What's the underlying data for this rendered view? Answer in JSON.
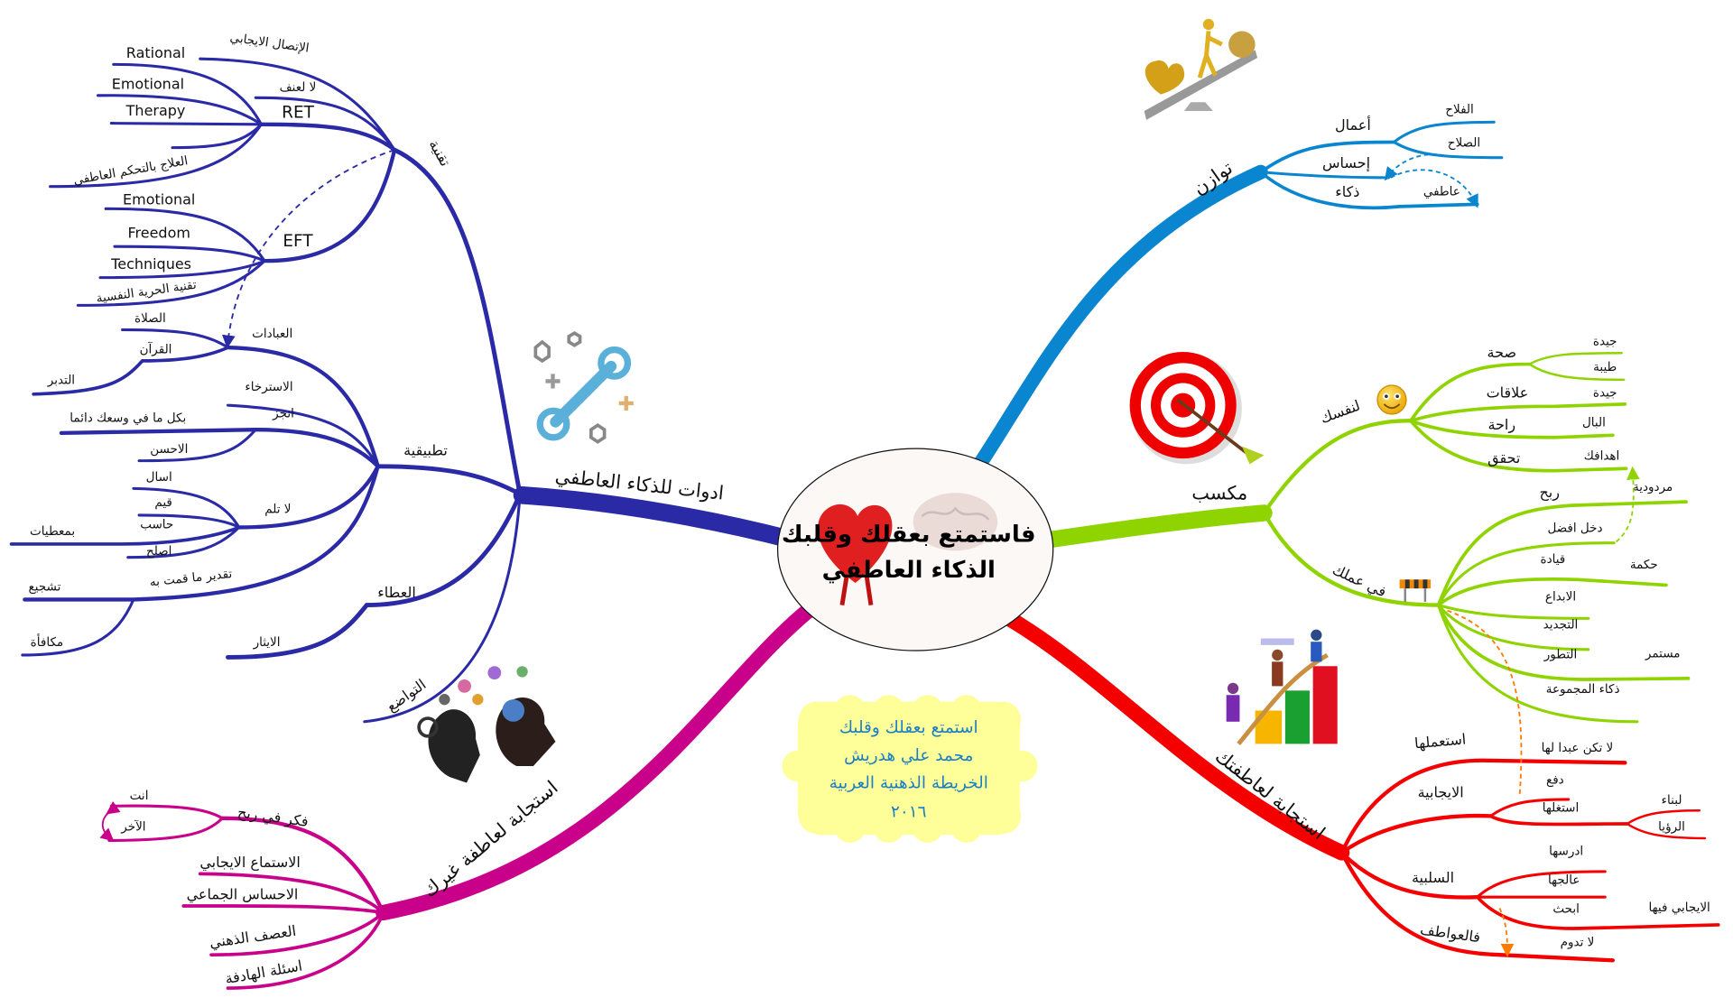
{
  "center": {
    "title_line1": "فاستمتع بعقلك وقلبك",
    "title_line2": "الذكاء العاطفي"
  },
  "note": {
    "lines": [
      "استمتع بعقلك وقلبك",
      "محمد علي هدريش",
      "الخريطة الذهنية العربية",
      "٢٠١٦"
    ],
    "bg_color": "#ffff99",
    "text_color": "#1b7fc4"
  },
  "colors": {
    "tools": "#2a2aa6",
    "balance": "#0a86d0",
    "gain": "#8fd400",
    "self_response": "#f40000",
    "other_response": "#c8008a"
  },
  "tools": {
    "label": "ادوات للذكاء العاطفي",
    "technique": {
      "label": "تقنية",
      "positive_contact": "الإتصال الايجابي",
      "no_violence": "لا لعنف",
      "ret": {
        "label": "RET",
        "items": [
          "Rational",
          "Emotional",
          "Therapy",
          "العلاج بالتحكم العاطفي"
        ]
      },
      "eft": {
        "label": "EFT",
        "items": [
          "Emotional",
          "Freedom",
          "Techniques",
          "تقنية الحرية النفسية"
        ]
      }
    },
    "applied": {
      "label": "تطبيقية",
      "worship": {
        "label": "العبادات",
        "prayer": "الصلاة",
        "quran": "القرآن",
        "reflection": "التدبر"
      },
      "relaxation": "الاسترخاء",
      "achieve": {
        "label": "انجز",
        "detail": "بكل ما في وسعك دائما",
        "best": "الاحسن"
      },
      "no_blame": {
        "label": "لا تلم",
        "items": [
          "اسال",
          "قيم",
          "حاسب",
          "اصلح"
        ],
        "with_data": "بمعطيات"
      },
      "appreciate": {
        "label": "تقدير ما قمت به",
        "encourage": "تشجيع",
        "reward": "مكافأة"
      }
    },
    "giving": {
      "label": "العطاء",
      "altruism": "الايثار"
    },
    "humility": {
      "label": "التواضع"
    }
  },
  "balance": {
    "label": "توازن",
    "actions": {
      "label": "أعمال",
      "items": [
        "الفلاح",
        "الصلاح"
      ]
    },
    "feeling": "إحساس",
    "intelligence": {
      "label": "ذكاء",
      "detail": "عاطفي"
    }
  },
  "gain": {
    "label": "مكسب",
    "for_self": {
      "label": "لنفسك",
      "health": {
        "label": "صحة",
        "items": [
          "جيدة",
          "طيبة"
        ]
      },
      "relations": {
        "label": "علاقات",
        "detail": "جيدة"
      },
      "rest": {
        "label": "راحة",
        "detail": "البال"
      },
      "achieve": {
        "label": "تحقق",
        "detail": "اهدافك"
      }
    },
    "at_work": {
      "label": "في عملك",
      "profit": {
        "label": "ربح",
        "detail": "مردودية"
      },
      "income": "دخل افضل",
      "leadership": {
        "label": "قيادة",
        "detail": "حكمة"
      },
      "creativity": "الابداع",
      "renewal": "التجديد",
      "development": {
        "label": "التطور",
        "detail": "مستمر"
      },
      "group_intel": "ذكاء المجموعة"
    }
  },
  "self_response": {
    "label": "استجابة لعاطفتك",
    "use": {
      "label": "استعملها",
      "detail": "لا تكن عبدا لها"
    },
    "positive": {
      "label": "الايجابية",
      "push": "دفع",
      "exploit": "استغلها",
      "build": "لبناء",
      "vision": "الرؤيا"
    },
    "negative": {
      "label": "السلبية",
      "study": "ادرسها",
      "treat": "عالجها",
      "search": "ابحث",
      "positive_in": "الايجابي فيها"
    },
    "emotions": {
      "label": "فالعواطف",
      "detail": "لا تدوم"
    }
  },
  "other_response": {
    "label": "استجابة لعاطفة غيرك",
    "think_win": {
      "label": "فكر في ربح",
      "you": "انت",
      "other": "الآخر"
    },
    "items": [
      "الاستماع الايجابي",
      "الاحساس الجماعي",
      "العصف الذهني",
      "اسئلة الهادفة"
    ]
  }
}
